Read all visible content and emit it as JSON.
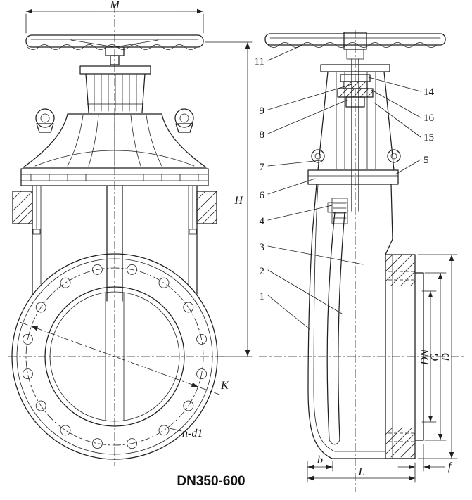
{
  "title": {
    "model": "DN350-600"
  },
  "dimensions": {
    "M": "M",
    "H": "H",
    "K": "K",
    "n_d1": "n-d1",
    "DN": "DN",
    "G": "G",
    "D": "D",
    "b": "b",
    "L": "L",
    "f": "f"
  },
  "callouts": {
    "c1": "1",
    "c2": "2",
    "c3": "3",
    "c4": "4",
    "c5": "5",
    "c6": "6",
    "c7": "7",
    "c8": "8",
    "c9": "9",
    "c11": "11",
    "c14": "14",
    "c15": "15",
    "c16": "16"
  },
  "colors": {
    "line": "#1f1f1f",
    "background": "#ffffff"
  }
}
